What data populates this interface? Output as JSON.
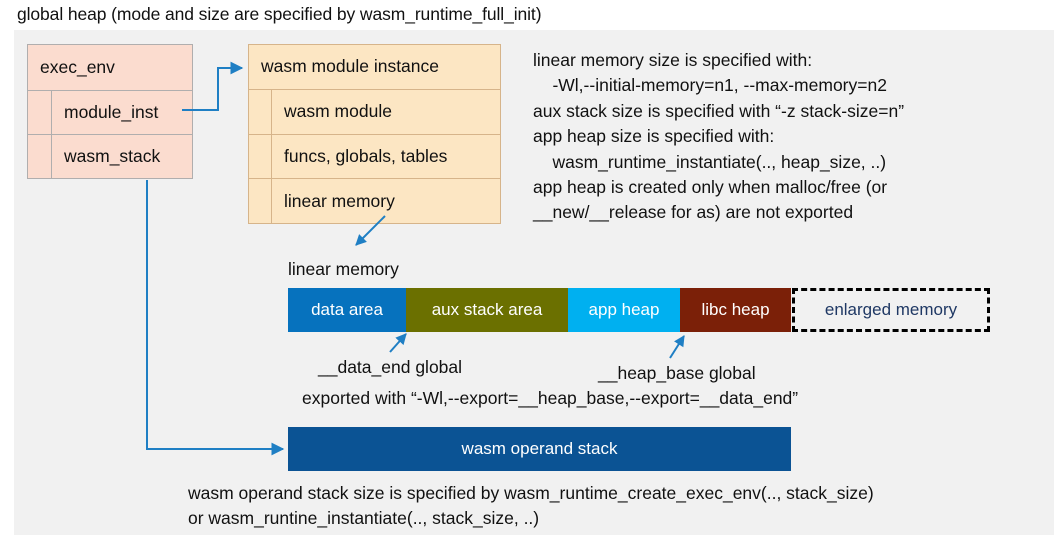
{
  "title": "global heap (mode and size are specified by wasm_runtime_full_init)",
  "colors": {
    "panel_bg": "#f1f1f1",
    "exec_env_fill": "#fbdccf",
    "exec_env_border": "#b0aeae",
    "module_inst_fill": "#fce6c3",
    "module_inst_border": "#d6b48a",
    "connector": "#1f7fc4",
    "data_area": "#0672be",
    "aux_stack_area": "#6b7000",
    "app_heap": "#00b0f0",
    "libc_heap": "#7b2008",
    "enlarged_memory_text": "#1f3864",
    "operand_stack": "#0b5394"
  },
  "exec_env_box": {
    "header": "exec_env",
    "fields": [
      "module_inst",
      "wasm_stack"
    ]
  },
  "module_instance_box": {
    "header": "wasm module instance",
    "fields": [
      "wasm module",
      "funcs, globals, tables",
      "linear memory"
    ]
  },
  "notes": "linear memory size is specified with:\n    -Wl,--initial-memory=n1, --max-memory=n2\naux stack size is specified with “-z stack-size=n”\napp heap size is specified with:\n    wasm_runtime_instantiate(.., heap_size, ..)\napp heap is created only when malloc/free (or\n__new/__release for as) are not exported",
  "linear_memory": {
    "label": "linear memory",
    "segments": [
      {
        "label": "data area",
        "color": "#0672be",
        "width": 118,
        "style": "solid"
      },
      {
        "label": "aux stack area",
        "color": "#6b7000",
        "width": 162,
        "style": "solid"
      },
      {
        "label": "app heap",
        "color": "#00b0f0",
        "width": 112,
        "style": "solid"
      },
      {
        "label": "libc heap",
        "color": "#7b2008",
        "width": 111,
        "style": "solid"
      },
      {
        "label": "enlarged memory",
        "color": "#f1f1f1",
        "width": 198,
        "style": "dashed"
      }
    ]
  },
  "annotations": {
    "data_end": "__data_end global",
    "heap_base": "__heap_base global",
    "exported": "exported with “-Wl,--export=__heap_base,--export=__data_end”"
  },
  "operand_stack": {
    "label": "wasm operand stack"
  },
  "footnote": "wasm operand stack size is specified by wasm_runtime_create_exec_env(.., stack_size)\nor wasm_runtine_instantiate(.., stack_size, ..)"
}
